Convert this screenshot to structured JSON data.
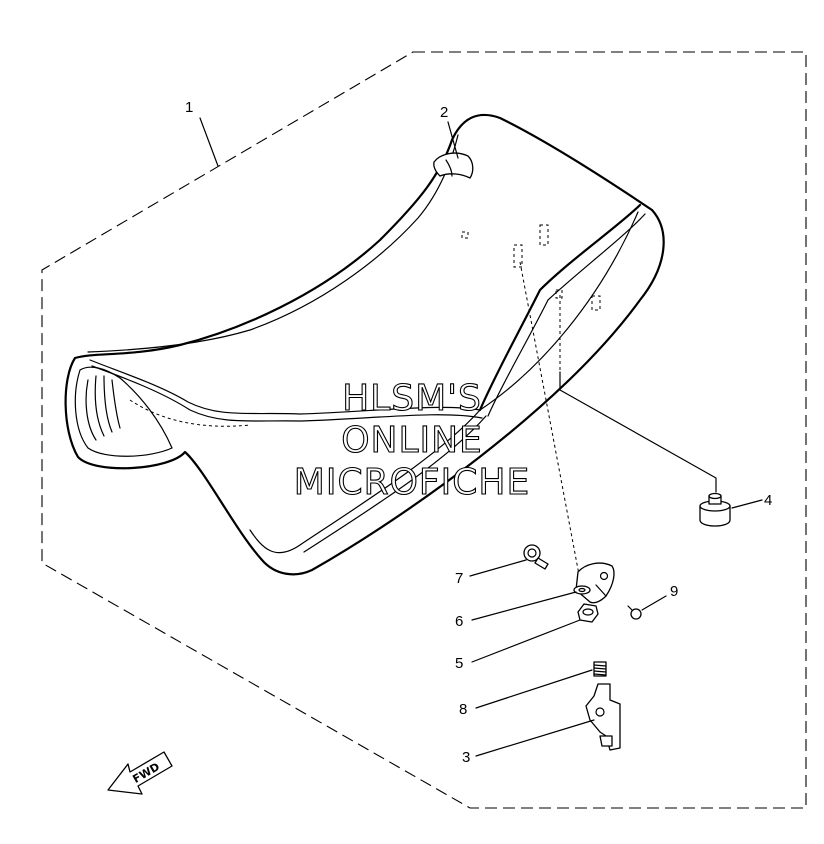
{
  "diagram": {
    "watermark": {
      "line1": "HLSM'S",
      "line2": "ONLINE",
      "line3": "MICROFICHE"
    },
    "direction_badge": "FWD",
    "callouts": {
      "c1": "1",
      "c2": "2",
      "c3": "3",
      "c4": "4",
      "c5": "5",
      "c6": "6",
      "c7": "7",
      "c8": "8",
      "c9": "9"
    }
  }
}
